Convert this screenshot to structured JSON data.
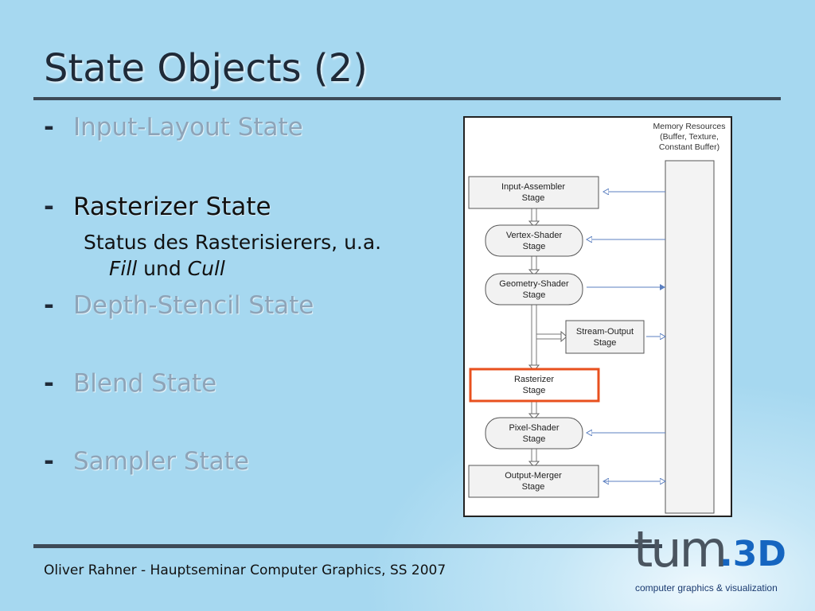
{
  "slide": {
    "title": "State Objects (2)"
  },
  "bullets": [
    {
      "dash": "-",
      "text": "Input-Layout State",
      "state": "dim"
    },
    {
      "dash": "-",
      "text": "Rasterizer State",
      "state": "active"
    },
    {
      "dash": "-",
      "text": "Depth-Stencil State",
      "state": "dim"
    },
    {
      "dash": "-",
      "text": "Blend State",
      "state": "dim"
    },
    {
      "dash": "-",
      "text": "Sampler State",
      "state": "dim"
    }
  ],
  "rasterizer_detail": {
    "line1": "Status des Rasterisierers, u.a.",
    "fill": "Fill",
    "und": " und ",
    "cull": "Cull"
  },
  "pipeline": {
    "memory_resources": [
      "Memory Resources",
      "(Buffer, Texture,",
      "Constant Buffer)"
    ],
    "stages": [
      {
        "id": "input-assembler",
        "lines": [
          "Input-Assembler",
          "Stage"
        ],
        "shape": "rect"
      },
      {
        "id": "vertex-shader",
        "lines": [
          "Vertex-Shader",
          "Stage"
        ],
        "shape": "rounded"
      },
      {
        "id": "geometry-shader",
        "lines": [
          "Geometry-Shader",
          "Stage"
        ],
        "shape": "rounded"
      },
      {
        "id": "stream-output",
        "lines": [
          "Stream-Output",
          "Stage"
        ],
        "shape": "rect"
      },
      {
        "id": "rasterizer",
        "lines": [
          "Rasterizer",
          "Stage"
        ],
        "shape": "rect",
        "highlight": true
      },
      {
        "id": "pixel-shader",
        "lines": [
          "Pixel-Shader",
          "Stage"
        ],
        "shape": "rounded"
      },
      {
        "id": "output-merger",
        "lines": [
          "Output-Merger",
          "Stage"
        ],
        "shape": "rect"
      }
    ],
    "colors": {
      "stage_fill": "#f2f2f2",
      "stage_stroke": "#555555",
      "highlight_stroke": "#e8501e",
      "memory_arrow": "#5b7fc0"
    }
  },
  "footer": {
    "text": "Oliver Rahner - Hauptseminar Computer Graphics, SS 2007"
  },
  "logo": {
    "tum": "tum",
    "three_d": ".3D",
    "subtitle": "computer graphics & visualization"
  }
}
